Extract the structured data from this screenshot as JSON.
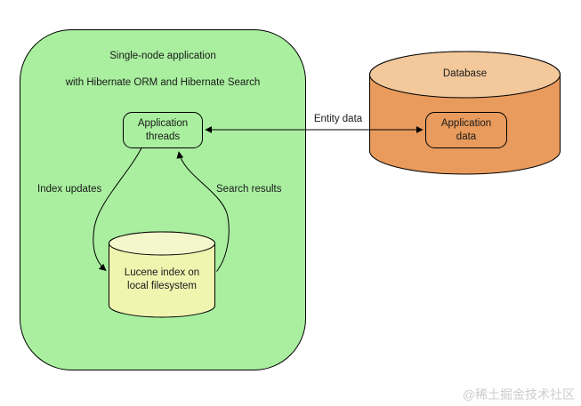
{
  "diagram": {
    "app_container": {
      "title_line1": "Single-node application",
      "title_line2": "with Hibernate ORM and Hibernate Search"
    },
    "nodes": {
      "app_threads": {
        "label": "Application\nthreads"
      },
      "lucene_index": {
        "label": "Lucene index on\nlocal filesystem"
      },
      "database": {
        "label": "Database"
      },
      "app_data": {
        "label": "Application\ndata"
      }
    },
    "edges": {
      "entity_data": {
        "label": "Entity data"
      },
      "index_updates": {
        "label": "Index updates"
      },
      "search_results": {
        "label": "Search results"
      }
    },
    "colors": {
      "app_container_fill": "#a9ef9f",
      "node_green_fill": "#a9ef9f",
      "lucene_body_fill": "#eff4af",
      "lucene_top_fill": "#f3f7cb",
      "database_body_fill": "#e89b5c",
      "database_top_fill": "#f3c89b",
      "stroke": "#000000",
      "text": "#1a1a1a",
      "watermark_text": "#cccccc"
    }
  },
  "watermark": {
    "text": "@稀土掘金技术社区"
  }
}
